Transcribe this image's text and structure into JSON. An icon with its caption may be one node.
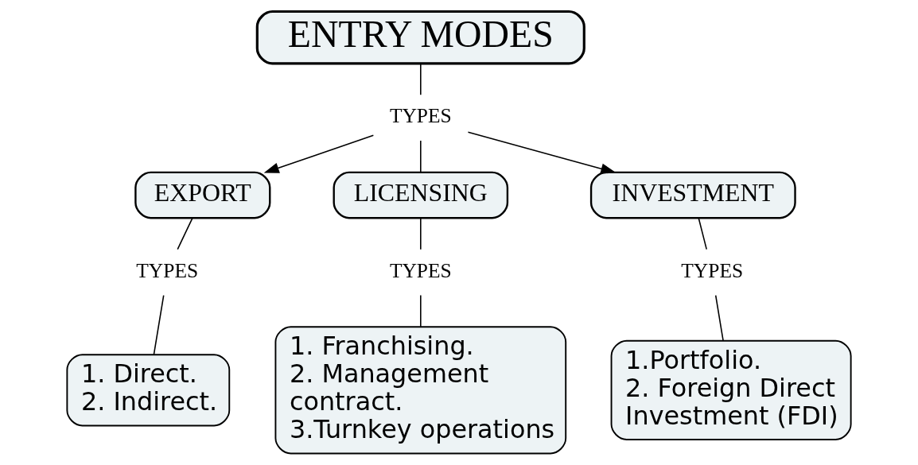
{
  "diagram": {
    "nodes": [
      {
        "text": [
          "ENTRY MODES"
        ]
      },
      {
        "text": [
          "TYPES"
        ]
      },
      {
        "text": [
          "EXPORT"
        ]
      },
      {
        "text": [
          "LICENSING"
        ]
      },
      {
        "text": [
          "INVESTMENT"
        ]
      },
      {
        "text": [
          "TYPES"
        ]
      },
      {
        "text": [
          "1. Direct.",
          "2. Indirect."
        ]
      },
      {
        "text": [
          "TYPES"
        ]
      },
      {
        "text": [
          "1. Franchising.",
          "2. Management contract.",
          "3.Turnkey operations"
        ]
      },
      {
        "text": [
          "TYPES"
        ]
      },
      {
        "text": [
          "1.Portfolio.",
          "2. Foreign Direct Investment (FDI)"
        ]
      }
    ],
    "edges": [
      {
        "from": 0,
        "to": 1,
        "arrow": "none"
      },
      {
        "from": 1,
        "to": 2,
        "arrow": "to"
      },
      {
        "from": 1,
        "to": 3,
        "arrow": "none"
      },
      {
        "from": 1,
        "to": 4,
        "arrow": "to"
      },
      {
        "from": 2,
        "to": 5,
        "arrow": "none"
      },
      {
        "from": 5,
        "to": 6,
        "arrow": "none"
      },
      {
        "from": 3,
        "to": 7,
        "arrow": "none"
      },
      {
        "from": 7,
        "to": 8,
        "arrow": "none"
      },
      {
        "from": 4,
        "to": 9,
        "arrow": "none"
      },
      {
        "from": 9,
        "to": 10,
        "arrow": "none"
      }
    ]
  }
}
